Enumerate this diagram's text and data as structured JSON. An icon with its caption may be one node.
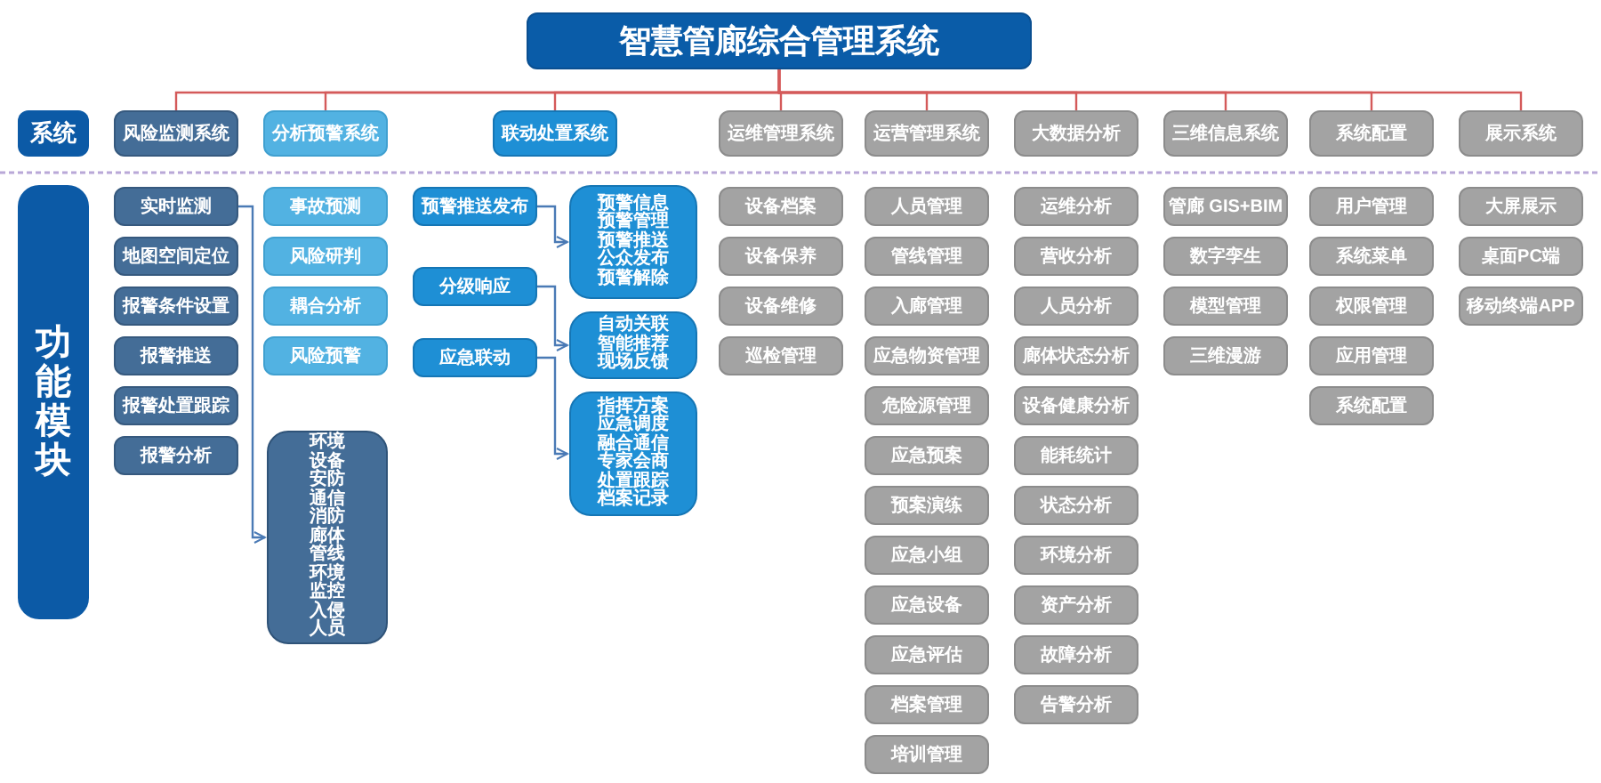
{
  "diagram": {
    "nodes": [
      {
        "text": [
          "智慧管廊综合管理系统"
        ]
      },
      {
        "text": [
          "系统"
        ]
      },
      {
        "text": [
          "功能模块"
        ]
      },
      {
        "text": [
          "风险监测系统"
        ]
      },
      {
        "text": [
          "分析预警系统"
        ]
      },
      {
        "text": [
          "联动处置系统"
        ]
      },
      {
        "text": [
          "运维管理系统"
        ]
      },
      {
        "text": [
          "运营管理系统"
        ]
      },
      {
        "text": [
          "大数据分析"
        ]
      },
      {
        "text": [
          "三维信息系统"
        ]
      },
      {
        "text": [
          "系统配置"
        ]
      },
      {
        "text": [
          "展示系统"
        ]
      },
      {
        "text": [
          "实时监测"
        ]
      },
      {
        "text": [
          "地图空间定位"
        ]
      },
      {
        "text": [
          "报警条件设置"
        ]
      },
      {
        "text": [
          "报警推送"
        ]
      },
      {
        "text": [
          "报警处置跟踪"
        ]
      },
      {
        "text": [
          "报警分析"
        ]
      },
      {
        "text": [
          "环境",
          "设备",
          "安防",
          "通信",
          "消防",
          "廊体",
          "管线",
          "环境",
          "监控",
          "入侵",
          "人员"
        ]
      },
      {
        "text": [
          "事故预测"
        ]
      },
      {
        "text": [
          "风险研判"
        ]
      },
      {
        "text": [
          "耦合分析"
        ]
      },
      {
        "text": [
          "风险预警"
        ]
      },
      {
        "text": [
          "预警推送发布"
        ]
      },
      {
        "text": [
          "预警信息",
          "预警管理",
          "预警推送",
          "公众发布",
          "预警解除"
        ]
      },
      {
        "text": [
          "分级响应"
        ]
      },
      {
        "text": [
          "自动关联",
          "智能推荐",
          "现场反馈"
        ]
      },
      {
        "text": [
          "应急联动"
        ]
      },
      {
        "text": [
          "指挥方案",
          "应急调度",
          "融合通信",
          "专家会商",
          "处置跟踪",
          "档案记录"
        ]
      },
      {
        "text": [
          "设备档案"
        ]
      },
      {
        "text": [
          "设备保养"
        ]
      },
      {
        "text": [
          "设备维修"
        ]
      },
      {
        "text": [
          "巡检管理"
        ]
      },
      {
        "text": [
          "人员管理"
        ]
      },
      {
        "text": [
          "管线管理"
        ]
      },
      {
        "text": [
          "入廊管理"
        ]
      },
      {
        "text": [
          "应急物资管理"
        ]
      },
      {
        "text": [
          "危险源管理"
        ]
      },
      {
        "text": [
          "应急预案"
        ]
      },
      {
        "text": [
          "预案演练"
        ]
      },
      {
        "text": [
          "应急小组"
        ]
      },
      {
        "text": [
          "应急设备"
        ]
      },
      {
        "text": [
          "应急评估"
        ]
      },
      {
        "text": [
          "档案管理"
        ]
      },
      {
        "text": [
          "培训管理"
        ]
      },
      {
        "text": [
          "运维分析"
        ]
      },
      {
        "text": [
          "营收分析"
        ]
      },
      {
        "text": [
          "人员分析"
        ]
      },
      {
        "text": [
          "廊体状态分析"
        ]
      },
      {
        "text": [
          "设备健康分析"
        ]
      },
      {
        "text": [
          "能耗统计"
        ]
      },
      {
        "text": [
          "状态分析"
        ]
      },
      {
        "text": [
          "环境分析"
        ]
      },
      {
        "text": [
          "资产分析"
        ]
      },
      {
        "text": [
          "故障分析"
        ]
      },
      {
        "text": [
          "告警分析"
        ]
      },
      {
        "text": [
          "管廊 GIS+BIM"
        ]
      },
      {
        "text": [
          "数字孪生"
        ]
      },
      {
        "text": [
          "模型管理"
        ]
      },
      {
        "text": [
          "三维漫游"
        ]
      },
      {
        "text": [
          "用户管理"
        ]
      },
      {
        "text": [
          "系统菜单"
        ]
      },
      {
        "text": [
          "权限管理"
        ]
      },
      {
        "text": [
          "应用管理"
        ]
      },
      {
        "text": [
          "系统配置"
        ]
      },
      {
        "text": [
          "大屏展示"
        ]
      },
      {
        "text": [
          "桌面PC端"
        ]
      },
      {
        "text": [
          "移动终端APP"
        ]
      }
    ],
    "edges": [
      {
        "from": 0,
        "to": 3,
        "arrow": "none"
      },
      {
        "from": 0,
        "to": 4,
        "arrow": "none"
      },
      {
        "from": 0,
        "to": 5,
        "arrow": "none"
      },
      {
        "from": 0,
        "to": 6,
        "arrow": "none"
      },
      {
        "from": 0,
        "to": 7,
        "arrow": "none"
      },
      {
        "from": 0,
        "to": 8,
        "arrow": "none"
      },
      {
        "from": 0,
        "to": 9,
        "arrow": "none"
      },
      {
        "from": 0,
        "to": 10,
        "arrow": "none"
      },
      {
        "from": 0,
        "to": 11,
        "arrow": "none"
      },
      {
        "from": 12,
        "to": 18,
        "arrow": "to",
        "color": "#4a7ab5"
      },
      {
        "from": 23,
        "to": 24,
        "arrow": "to",
        "color": "#4a7ab5"
      },
      {
        "from": 25,
        "to": 26,
        "arrow": "to",
        "color": "#4a7ab5"
      },
      {
        "from": 27,
        "to": 28,
        "arrow": "to",
        "color": "#4a7ab5"
      }
    ]
  }
}
